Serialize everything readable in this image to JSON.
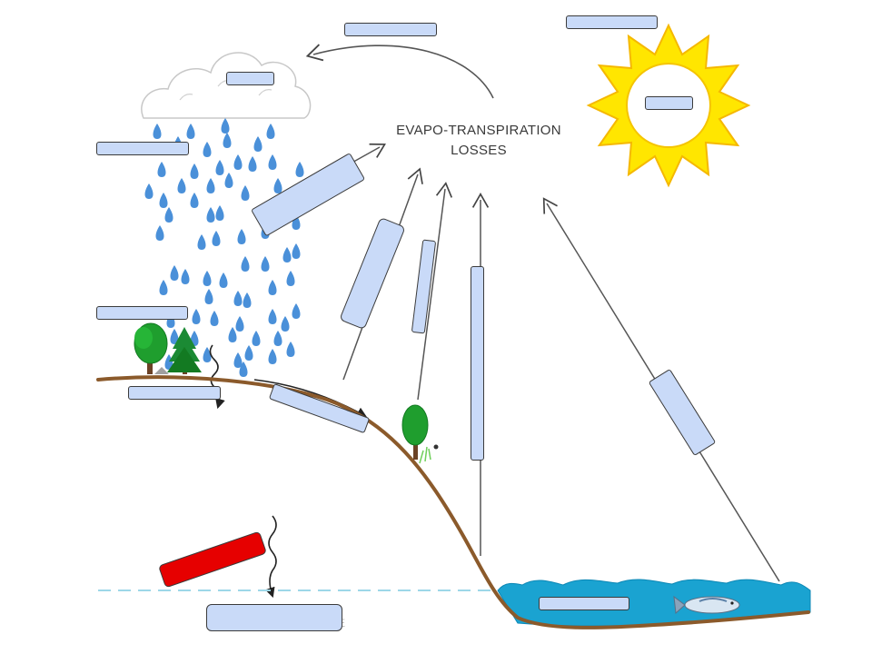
{
  "title": {
    "line1": "EVAPO-TRANSPIRATION",
    "line2": "LOSSES"
  },
  "label_boxes": [
    {
      "id": "top-arrow-label",
      "text": "",
      "color": "#c9daf8"
    },
    {
      "id": "sun-top-label",
      "text": "",
      "color": "#c9daf8"
    },
    {
      "id": "sun-center-label",
      "text": "",
      "color": "#c9daf8"
    },
    {
      "id": "cloud-label",
      "text": "",
      "color": "#c9daf8"
    },
    {
      "id": "rain-upper-label",
      "text": "",
      "color": "#c9daf8"
    },
    {
      "id": "rain-lower-label",
      "text": "",
      "color": "#c9daf8"
    },
    {
      "id": "ground-left-label",
      "text": "",
      "color": "#c9daf8"
    },
    {
      "id": "slope-label",
      "text": "",
      "color": "#c9daf8"
    },
    {
      "id": "evaporation-tilted-label",
      "text": "",
      "color": "#c9daf8"
    },
    {
      "id": "arrow-vertical-label-1",
      "text": "",
      "color": "#c9daf8"
    },
    {
      "id": "arrow-vertical-label-2",
      "text": "",
      "color": "#c9daf8"
    },
    {
      "id": "arrow-vertical-label-3",
      "text": "",
      "color": "#c9daf8"
    },
    {
      "id": "lake-arrow-label",
      "text": "",
      "color": "#c9daf8"
    },
    {
      "id": "percolation-red-label",
      "text": "",
      "color": "#e60000"
    },
    {
      "id": "groundwater-label",
      "text": "",
      "color": "#c9daf8"
    },
    {
      "id": "lake-label",
      "text": "",
      "color": "#c9daf8"
    }
  ],
  "icons": [
    "cloud-icon",
    "sun-icon",
    "raindrop-icon",
    "tree-icon",
    "fish-icon",
    "wave-icon"
  ],
  "colors": {
    "label_fill": "#c9daf8",
    "label_red": "#e60000",
    "ground": "#8b5a2b",
    "water": "#1aa3d1",
    "raindrop": "#4a90d9",
    "sun_fill": "#ffe600",
    "sun_stroke": "#f5b800",
    "tree": "#1f9e2e",
    "water_table": "#9dd7e8"
  }
}
